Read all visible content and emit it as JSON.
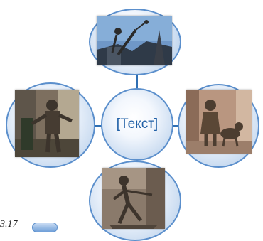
{
  "diagram": {
    "center_text": "[Текст]",
    "caption": "3.17",
    "nodes": [
      {
        "id": "top",
        "photo_icon": "sculpture-on-rooftop-photo"
      },
      {
        "id": "left",
        "photo_icon": "bronze-statue-photo"
      },
      {
        "id": "right",
        "photo_icon": "bronze-figures-photo"
      },
      {
        "id": "bottom",
        "photo_icon": "dancing-figure-sculpture-photo"
      }
    ],
    "colors": {
      "accent": "#2f6fb3",
      "circle_border": "#5b8fcc",
      "text": "#1f5fa6"
    }
  }
}
